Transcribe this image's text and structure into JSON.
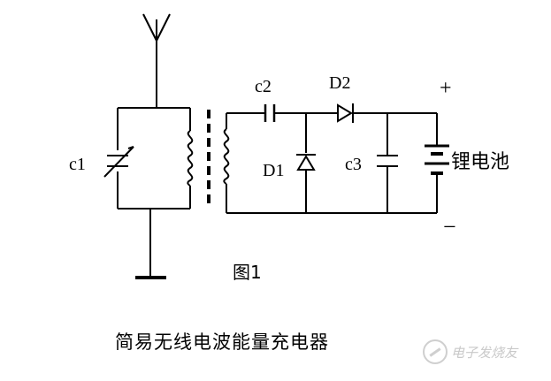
{
  "labels": {
    "c1": "c1",
    "c2": "c2",
    "c3": "c3",
    "d1": "D1",
    "d2": "D2",
    "plus": "+",
    "minus": "−",
    "battery": "锂电池",
    "figure": "图1"
  },
  "caption": "简易无线电波能量充电器",
  "watermark": "电子发烧友",
  "colors": {
    "line": "#000000",
    "watermark": "#c9c9c9"
  }
}
